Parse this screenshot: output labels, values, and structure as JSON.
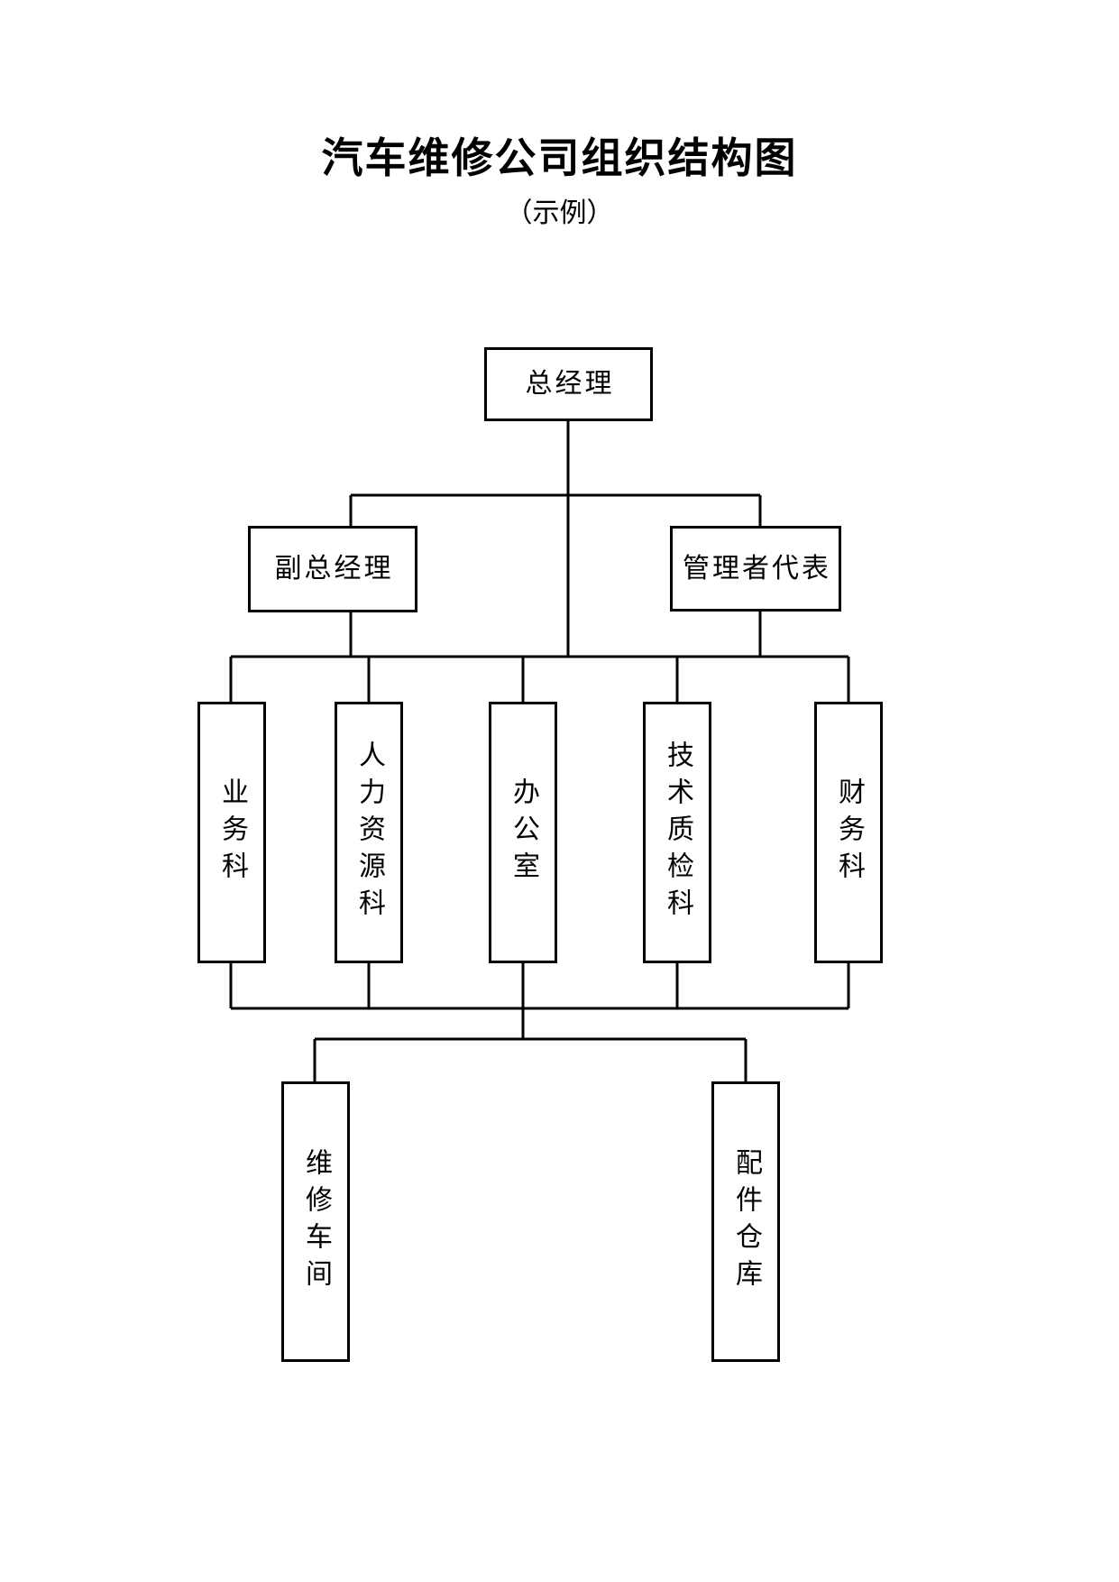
{
  "page": {
    "title": "汽车维修公司组织结构图",
    "subtitle": "（示例）"
  },
  "org": {
    "root": {
      "label": "总经理",
      "level": 1
    },
    "level2": [
      {
        "label": "副总经理",
        "level": 2
      },
      {
        "label": "管理者代表",
        "level": 2
      }
    ],
    "departments": [
      {
        "label": "业务科",
        "level": 3
      },
      {
        "label": "人力资源科",
        "level": 3
      },
      {
        "label": "办公室",
        "level": 3
      },
      {
        "label": "技术质检科",
        "level": 3
      },
      {
        "label": "财务科",
        "level": 3
      }
    ],
    "workshops": [
      {
        "label": "维修车间",
        "level": 4
      },
      {
        "label": "配件仓库",
        "level": 4
      }
    ]
  },
  "colors": {
    "line": "#000000",
    "text": "#000000",
    "background": "#ffffff"
  }
}
